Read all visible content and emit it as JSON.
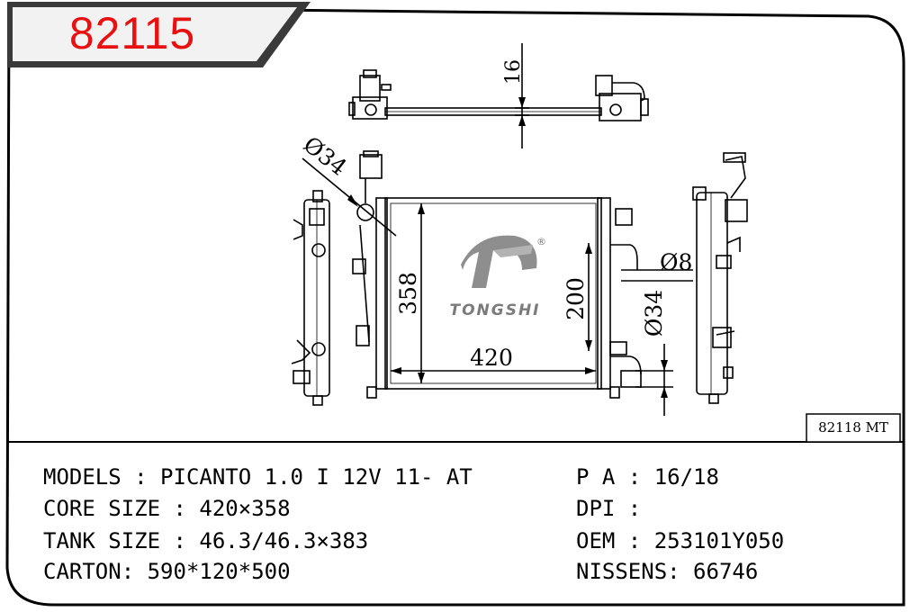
{
  "header": {
    "part_number": "82115",
    "part_number_color": "#e81010",
    "cross_reference": "82118 MT"
  },
  "drawing": {
    "brand": "TONGSHI",
    "registered_mark": "®",
    "dimensions": {
      "top_view_thickness": "16",
      "inlet_diameter": "Ø34",
      "core_height": "358",
      "core_width": "420",
      "side_height": "200",
      "small_pipe": "Ø8",
      "outlet_diameter": "Ø34"
    }
  },
  "specs": {
    "models": "MODELS : PICANTO 1.0 I 12V 11- AT",
    "core_size": "CORE SIZE : 420×358",
    "tank_size": "TANK SIZE : 46.3/46.3×383",
    "carton": "CARTON: 590*120*500",
    "pa": "P A : 16/18",
    "dpi": "DPI :",
    "oem": "OEM : 253101Y050",
    "nissens": "NISSENS: 66746"
  }
}
